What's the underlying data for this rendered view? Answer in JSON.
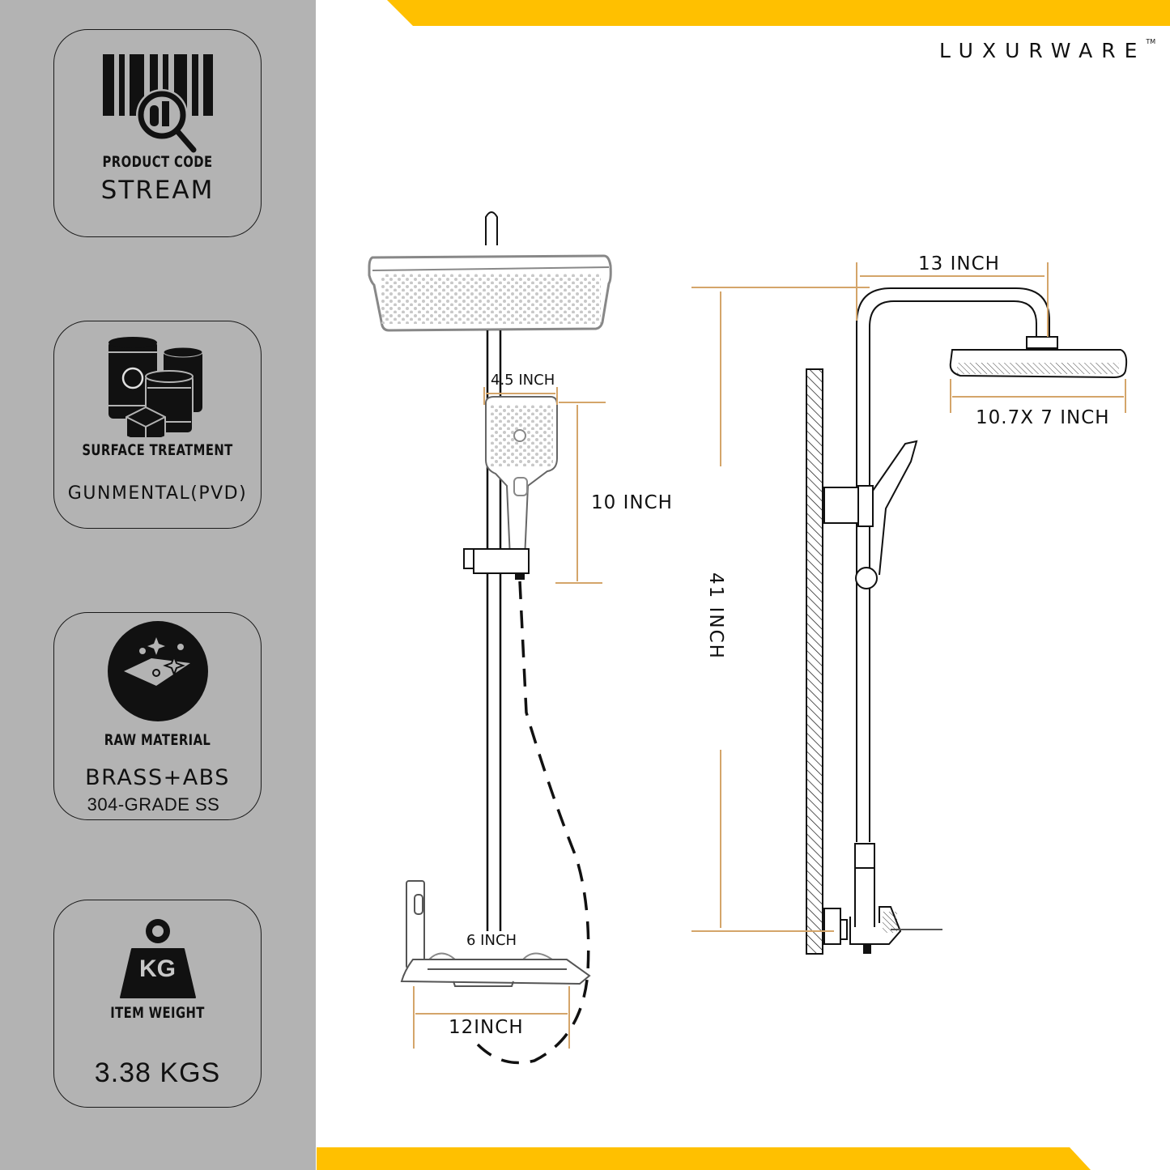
{
  "brand": {
    "name": "LUXURWARE",
    "trademark": "TM"
  },
  "colors": {
    "accent_yellow": "#FFC000",
    "sidebar_bg": "#B3B3B3",
    "dimension_line": "#D4A56A",
    "line": "#111111"
  },
  "spec_cards": [
    {
      "icon": "barcode-search-icon",
      "label": "PRODUCT CODE",
      "value": "STREAM"
    },
    {
      "icon": "barrels-box-icon",
      "label": "SURFACE TREATMENT",
      "value": "GUNMENTAL(PVD)"
    },
    {
      "icon": "sparkle-surface-icon",
      "label": "RAW MATERIAL",
      "value": "BRASS+ABS",
      "value2": "304-GRADE SS"
    },
    {
      "icon": "weight-kg-icon",
      "label": "ITEM WEIGHT",
      "value": "3.38 KGS",
      "icon_text": "KG"
    }
  ],
  "dimensions": {
    "hand_shower_width": "4.5 INCH",
    "hand_shower_height": "10 INCH",
    "spout_depth": "6 INCH",
    "base_width": "12INCH",
    "arm_reach": "13 INCH",
    "head_size": "10.7X 7 INCH",
    "total_height": "41 INCH"
  }
}
